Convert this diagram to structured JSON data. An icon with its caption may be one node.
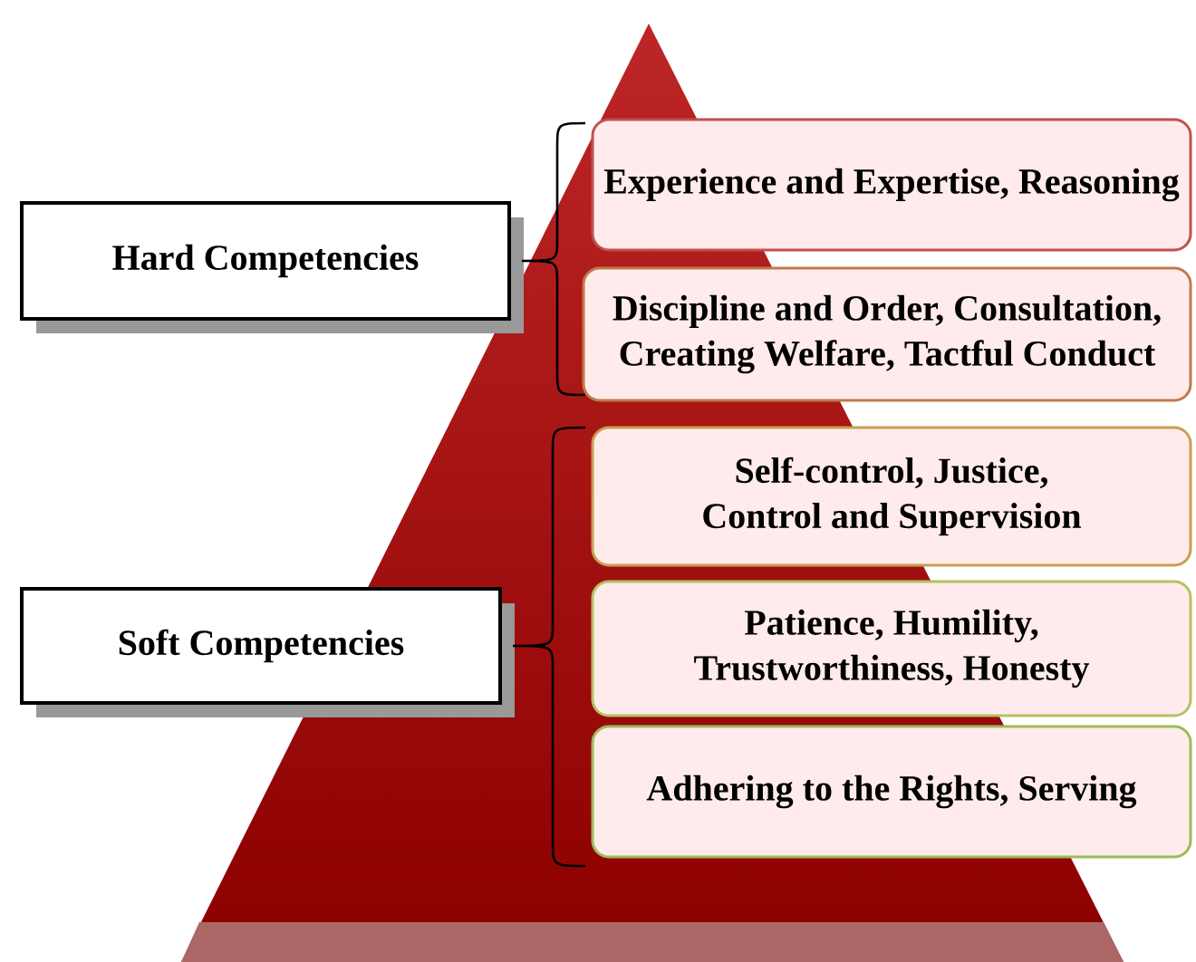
{
  "diagram": {
    "nodes": [
      {
        "text": [
          "Hard Competencies"
        ]
      },
      {
        "text": [
          "Experience and Expertise, Reasoning"
        ]
      },
      {
        "text": [
          "Discipline and Order, Consultation, Creating Welfare, Tactful Conduct"
        ]
      },
      {
        "text": [
          "Soft Competencies"
        ]
      },
      {
        "text": [
          "Self-control, Justice, Control and Supervision"
        ]
      },
      {
        "text": [
          "Patience, Humility, Trustworthiness, Honesty"
        ]
      },
      {
        "text": [
          "Adhering to the Rights, Serving"
        ]
      }
    ]
  }
}
